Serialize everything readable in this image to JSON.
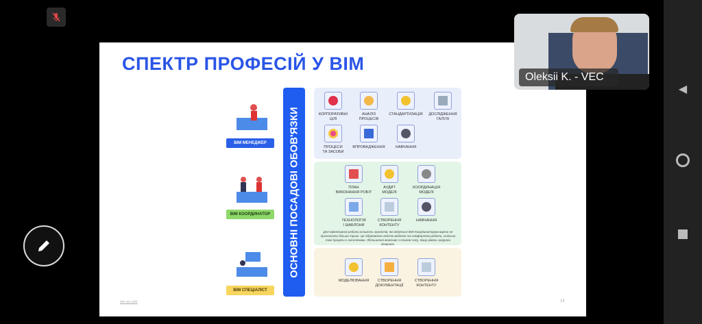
{
  "slide": {
    "title": "СПЕКТР ПРОФЕСІЙ У BIM",
    "vertical_label": "ОСНОВНІ ПОСАДОВІ ОБОВ'ЯЗКИ",
    "roles": [
      {
        "label": "BIM МЕНЕДЖЕР"
      },
      {
        "label": "BIM КООРДИНАТОР"
      },
      {
        "label": "BIM СПЕЦІАЛІСТ"
      }
    ],
    "manager_items": [
      "КОРПОРАТИВНІ\nЦІЛІ",
      "АНАЛІЗ\nПРОЦЕСІВ",
      "СТАНДАРТИЗАЦІЯ",
      "ДОСЛІДЖЕННЯ\nГАЛУЗІ",
      "ПРОЦЕСИ\nТА ЗАСОБИ",
      "ВПРОВАДЖЕННЯ",
      "НАВЧАННЯ"
    ],
    "coordinator_items": [
      "ПЛАН\nВИКОНАННЯ РОБІТ",
      "АУДИТ\nМОДЕЛІ",
      "КООРДИНАЦІЯ\nМОДЕЛІ",
      "ТЕХНОЛОГІЯ\nІ ШАБЛОНИ",
      "СТВОРЕННЯ\nКОНТЕНТУ",
      "НАВЧАННЯ"
    ],
    "coordinator_note": "Для ефективної роботи кількість проектів, які ведуться BIM Координатором варто не призначати більше трьох. Це обумовлено якістю ведення та комфортом роботи, оскільки такі процеси є насиченими. Збільшення можливе з плином часу, якщо рівень загрузки дозволяє.",
    "specialist_items": [
      "МОДЕЛЮВАННЯ",
      "СТВОРЕННЯ\nДОКУМЕНТАЦІЇ",
      "СТВОРЕННЯ\nКОНТЕНТУ"
    ],
    "footer_site": "vec-us.com",
    "page_number": "14"
  },
  "video": {
    "participant_name": "Oleksii K. - VEC"
  },
  "colors": {
    "accent": "#2a55e6",
    "manager": "#e9eefb",
    "coordinator": "#e3f5e6",
    "specialist": "#fbf3e1"
  }
}
